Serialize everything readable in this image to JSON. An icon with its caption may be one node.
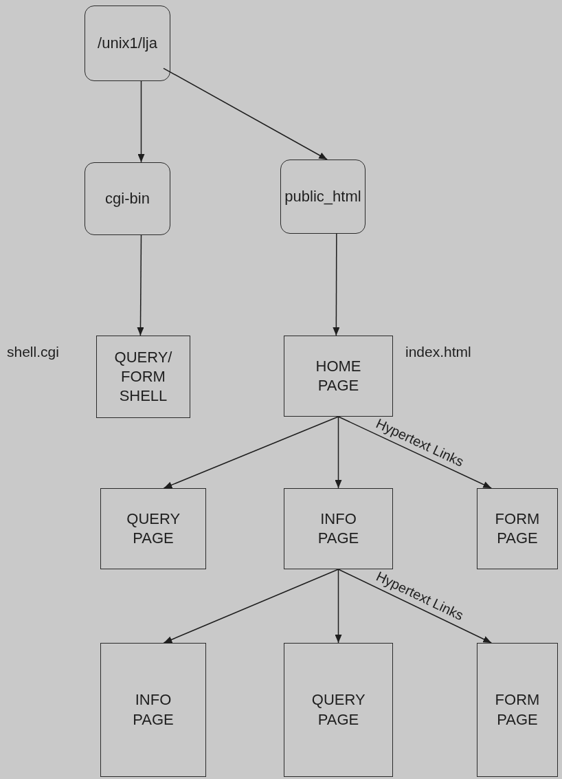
{
  "diagram": {
    "nodes": [
      {
        "text": [
          "/unix1/lja"
        ]
      },
      {
        "text": [
          "cgi-bin"
        ]
      },
      {
        "text": [
          "public_html"
        ]
      },
      {
        "text": [
          "QUERY/ FORM SHELL"
        ],
        "beside": [
          "shell.cgi"
        ]
      },
      {
        "text": [
          "HOME PAGE"
        ],
        "beside": [
          "index.html"
        ]
      },
      {
        "text": [
          "QUERY PAGE"
        ]
      },
      {
        "text": [
          "INFO PAGE"
        ]
      },
      {
        "text": [
          "FORM PAGE"
        ]
      },
      {
        "text": [
          "INFO PAGE"
        ]
      },
      {
        "text": [
          "QUERY PAGE"
        ]
      },
      {
        "text": [
          "FORM PAGE"
        ]
      }
    ],
    "edges": [
      {
        "from": 0,
        "to": 1,
        "arrow": "to"
      },
      {
        "from": 0,
        "to": 2,
        "arrow": "to"
      },
      {
        "from": 1,
        "to": 3,
        "arrow": "to"
      },
      {
        "from": 2,
        "to": 4,
        "arrow": "to"
      },
      {
        "from": 4,
        "to": 5,
        "arrow": "to"
      },
      {
        "from": 4,
        "to": 6,
        "arrow": "to"
      },
      {
        "from": 4,
        "to": 7,
        "arrow": "to",
        "label": "Hypertext Links"
      },
      {
        "from": 6,
        "to": 8,
        "arrow": "to"
      },
      {
        "from": 6,
        "to": 9,
        "arrow": "to"
      },
      {
        "from": 6,
        "to": 10,
        "arrow": "to",
        "label": "Hypertext Links"
      }
    ]
  }
}
